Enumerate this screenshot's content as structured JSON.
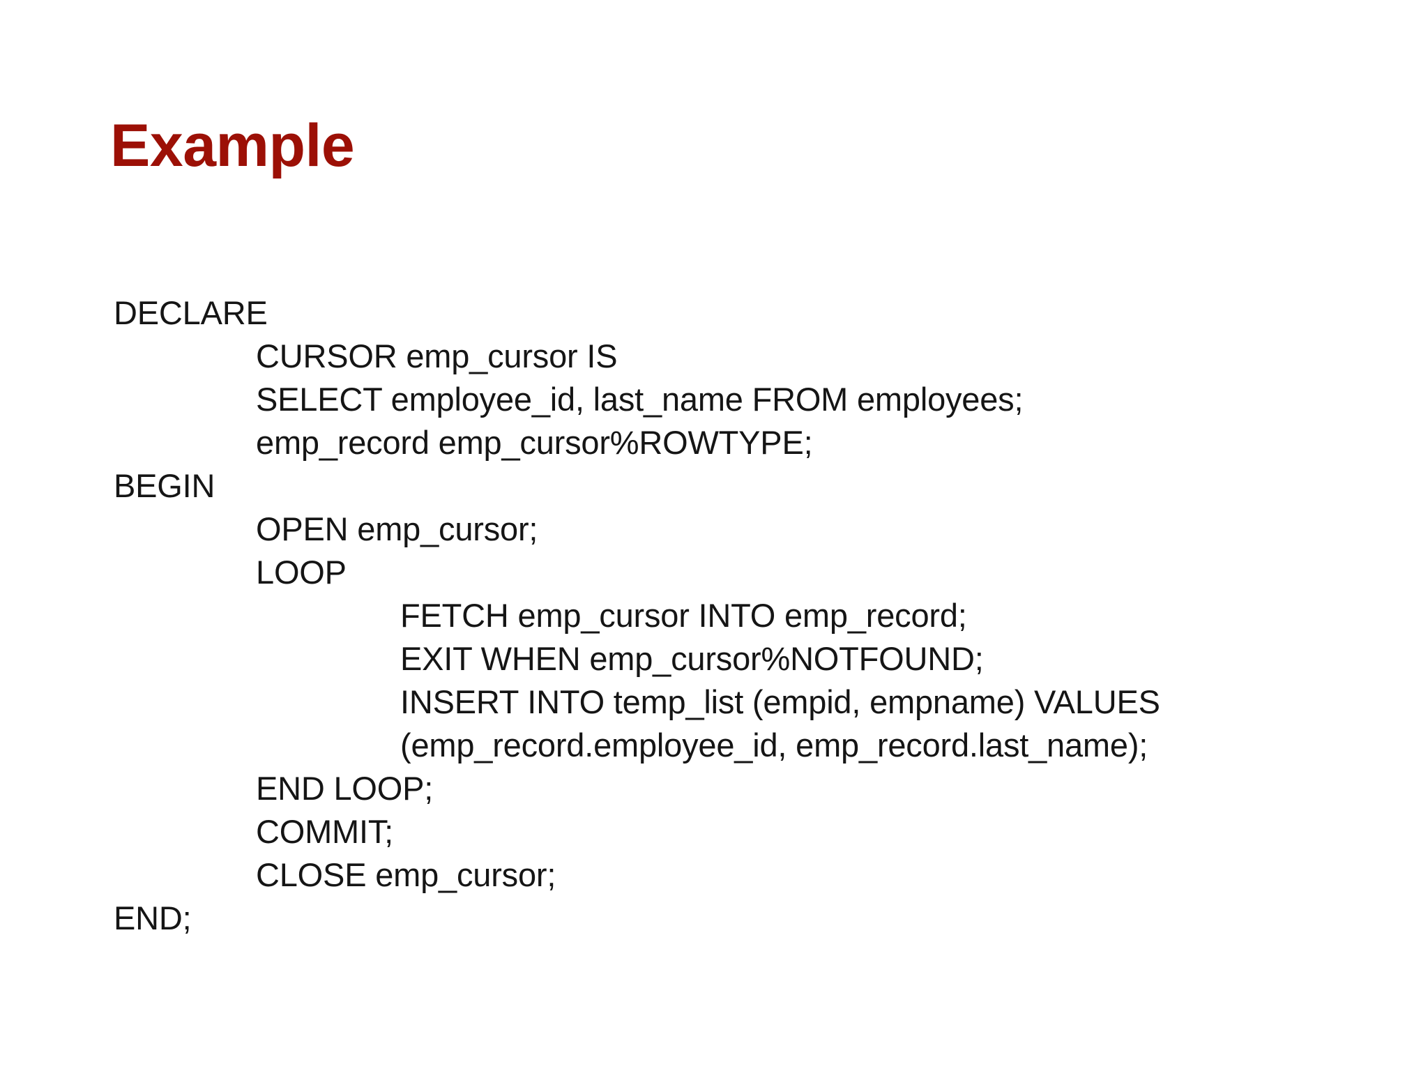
{
  "slide": {
    "title": "Example",
    "title_color": "#9c1006",
    "background_color": "#ffffff",
    "text_color": "#151515"
  },
  "code": {
    "language": "PL/SQL",
    "lines": [
      {
        "indent": 0,
        "text": "DECLARE"
      },
      {
        "indent": 1,
        "text": "CURSOR emp_cursor IS"
      },
      {
        "indent": 1,
        "text": "SELECT employee_id, last_name FROM employees;"
      },
      {
        "indent": 1,
        "text": "emp_record emp_cursor%ROWTYPE;"
      },
      {
        "indent": 0,
        "text": "BEGIN"
      },
      {
        "indent": 1,
        "text": "OPEN emp_cursor;"
      },
      {
        "indent": 1,
        "text": "LOOP"
      },
      {
        "indent": 2,
        "text": "FETCH emp_cursor INTO emp_record;"
      },
      {
        "indent": 2,
        "text": "EXIT WHEN emp_cursor%NOTFOUND;"
      },
      {
        "indent": 2,
        "text": "INSERT INTO temp_list (empid, empname) VALUES"
      },
      {
        "indent": 2,
        "text": "(emp_record.employee_id, emp_record.last_name);"
      },
      {
        "indent": 1,
        "text": "END LOOP;"
      },
      {
        "indent": 1,
        "text": "COMMIT;"
      },
      {
        "indent": 1,
        "text": "CLOSE emp_cursor;"
      },
      {
        "indent": 0,
        "text": "END;"
      }
    ]
  }
}
